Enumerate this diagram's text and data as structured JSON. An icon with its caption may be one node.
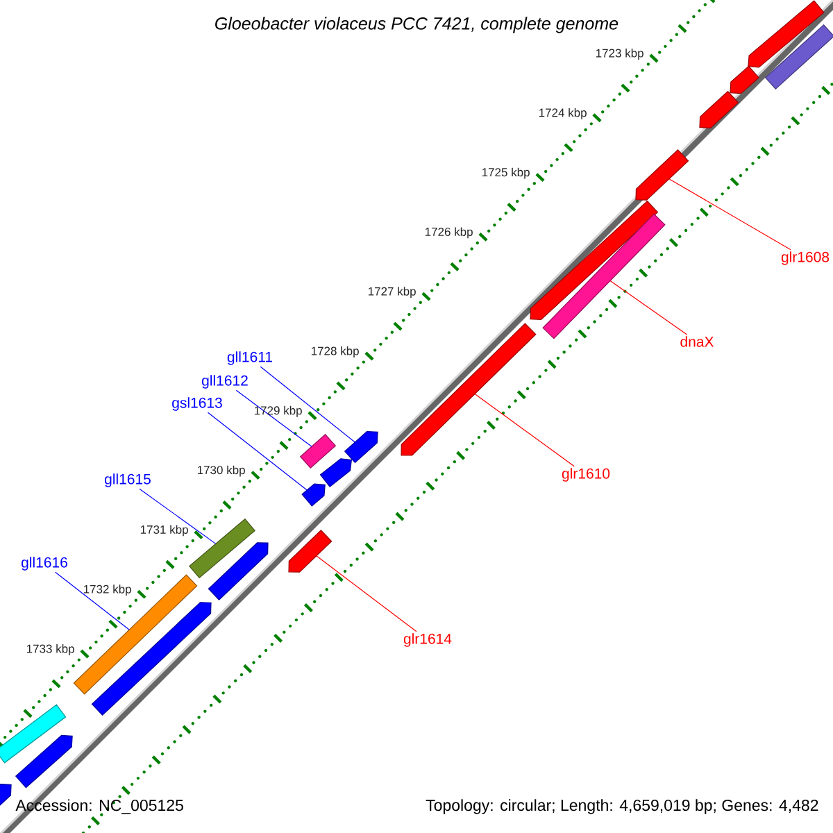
{
  "diagram": {
    "title": "Gloeobacter violaceus PCC 7421, complete genome",
    "nodes": [
      {
        "text": [],
        "shape": "pentagon"
      },
      {
        "text": [],
        "shape": "bar"
      },
      {
        "text": [],
        "shape": "pentagon"
      },
      {
        "text": [],
        "shape": "pentagon"
      },
      {
        "text": [],
        "shape": "pentagon"
      },
      {
        "text": [],
        "shape": "pentagon"
      },
      {
        "text": [],
        "shape": "bar"
      },
      {
        "text": [],
        "shape": "pentagon"
      },
      {
        "text": [],
        "shape": "bar"
      },
      {
        "text": [],
        "shape": "pentagon"
      },
      {
        "text": [],
        "shape": "pentagon"
      },
      {
        "text": [],
        "shape": "pentagon"
      },
      {
        "text": [],
        "shape": "pentagon"
      },
      {
        "text": [],
        "shape": "bar"
      },
      {
        "text": [],
        "shape": "pentagon"
      },
      {
        "text": [],
        "shape": "bar"
      },
      {
        "text": [],
        "shape": "pentagon"
      },
      {
        "text": [],
        "shape": "bar"
      },
      {
        "text": [],
        "shape": "pentagon"
      },
      {
        "text": [],
        "shape": "pentagon"
      },
      {
        "text": [
          "glr1608"
        ]
      },
      {
        "text": [
          "dnaX"
        ]
      },
      {
        "text": [
          "gll1611"
        ]
      },
      {
        "text": [
          "gll1612"
        ]
      },
      {
        "text": [
          "gsl1613"
        ]
      },
      {
        "text": [
          "glr1610"
        ]
      },
      {
        "text": [
          "gll1615"
        ]
      },
      {
        "text": [
          "gll1616"
        ]
      },
      {
        "text": [
          "glr1614"
        ]
      }
    ],
    "edges": [
      {
        "from": 20,
        "to": 4,
        "arrow": "none",
        "color": "#ff0000"
      },
      {
        "from": 21,
        "to": 6,
        "arrow": "none",
        "color": "#ff0000"
      },
      {
        "from": 22,
        "to": 7,
        "arrow": "none"
      },
      {
        "from": 23,
        "to": 8,
        "arrow": "none"
      },
      {
        "from": 24,
        "to": 11,
        "arrow": "none"
      },
      {
        "from": 25,
        "to": 9,
        "arrow": "none",
        "color": "#ff0000"
      },
      {
        "from": 26,
        "to": 13,
        "arrow": "none"
      },
      {
        "from": 27,
        "to": 15,
        "arrow": "none"
      },
      {
        "from": 28,
        "to": 12,
        "arrow": "none",
        "color": "#ff0000"
      }
    ],
    "labels": [
      "1723 kbp",
      "1724 kbp",
      "1725 kbp",
      "1726 kbp",
      "1727 kbp",
      "1728 kbp",
      "1729 kbp",
      "1730 kbp",
      "1731 kbp",
      "1732 kbp",
      "1733 kbp",
      "Accession: NC_005125",
      "Topology: circular; Length: 4,659,019 bp; Genes: 4,482"
    ]
  }
}
